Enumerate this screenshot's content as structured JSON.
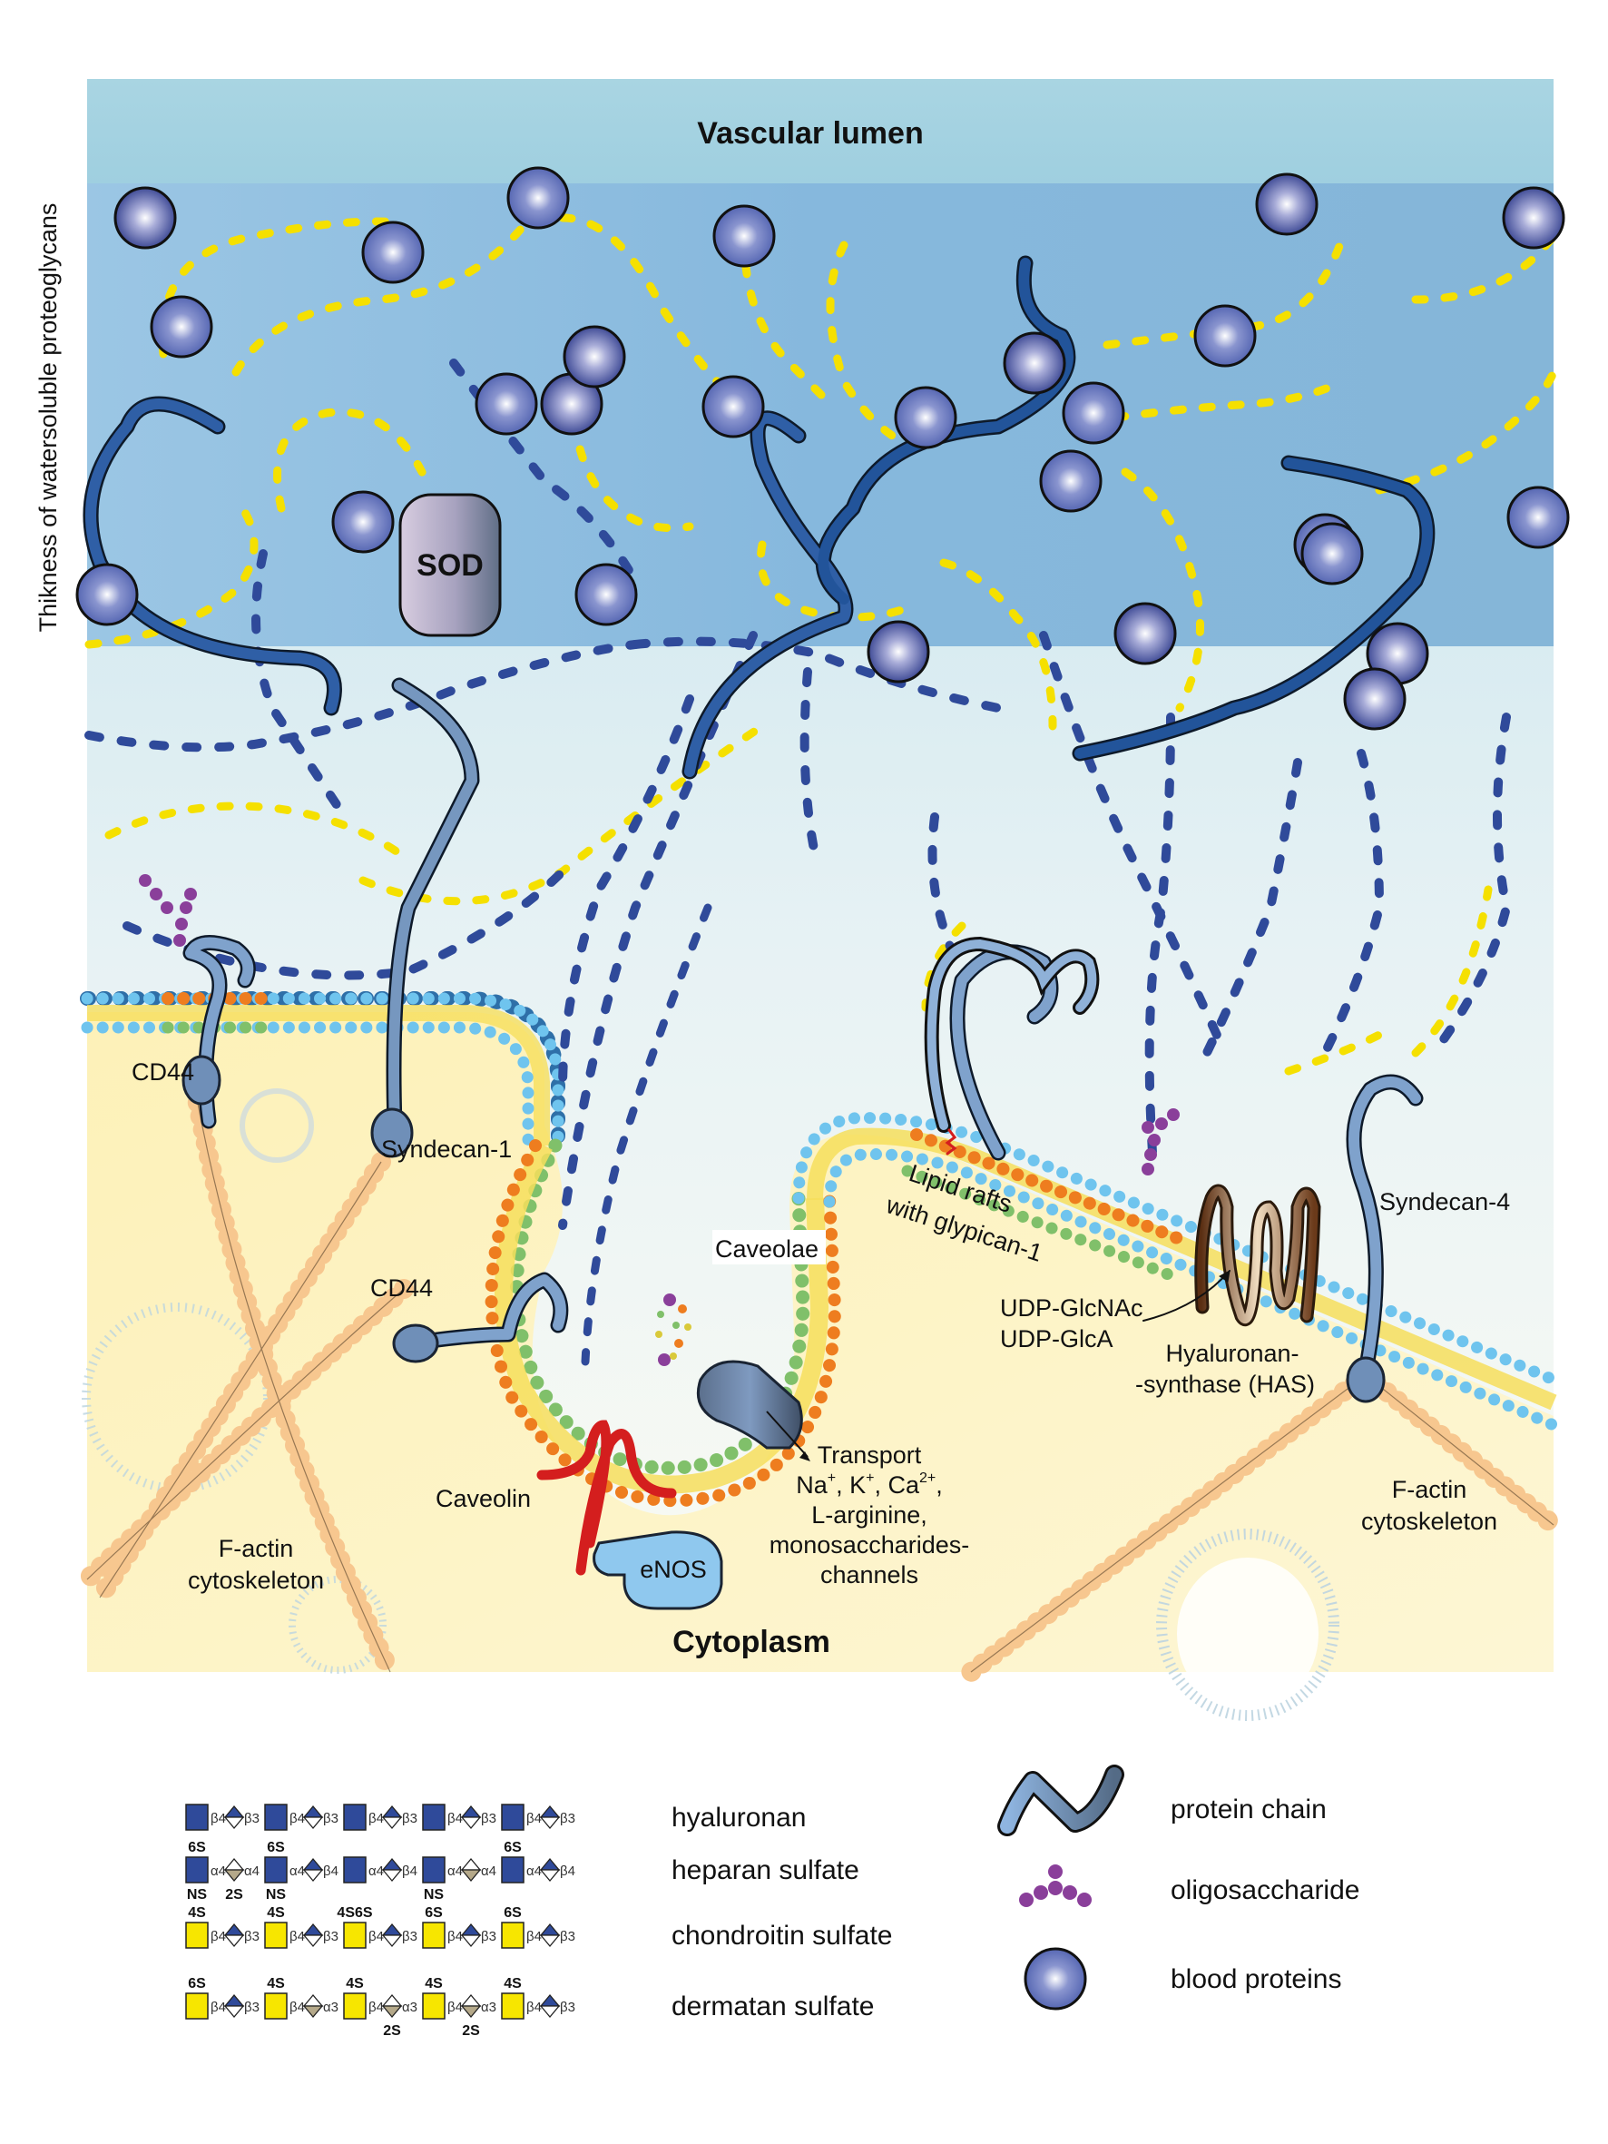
{
  "figure": {
    "side_label": "Thikness of watersoluble proteoglycans",
    "regions": {
      "lumen": "Vascular lumen",
      "cytoplasm": "Cytoplasm"
    },
    "molecules": {
      "sod": "SOD",
      "cd44_top": "CD44",
      "syndecan1": "Syndecan-1",
      "cd44_caveola": "CD44",
      "caveolae": "Caveolae",
      "caveolin": "Caveolin",
      "enos": "eNOS",
      "lipid_rafts_line1": "Lipid rafts",
      "lipid_rafts_line2": "with glypican-1",
      "udp_glcnac": "UDP-GlcNAc",
      "udp_glca": "UDP-GlcA",
      "has_line1": "Hyaluronan-",
      "has_line2": "-synthase (HAS)",
      "syndecan4": "Syndecan-4",
      "factin_left_line1": "F-actin",
      "factin_left_line2": "cytoskeleton",
      "factin_right_line1": "F-actin",
      "factin_right_line2": "cytoskeleton"
    },
    "transport": {
      "line1": "Transport",
      "na": "Na",
      "k": "K",
      "ca": "Ca",
      "plus": "+",
      "two_plus": "2+",
      "comma": ",",
      "line3": "L-arginine,",
      "line4": "monosaccharides-",
      "line5": "channels"
    },
    "colors": {
      "lumen_top": "#a8d6e2",
      "lumen_band": "#86b9dc",
      "glycocalyx_fade": "#e6f2f5",
      "cytoplasm": "#fdf3c4",
      "protein_chain": "#4a7fb8",
      "blood_protein": "#3f4f9e",
      "glcnac_blue": "#2f4a9a",
      "galnac_yellow": "#f7e600",
      "oligosaccharide": "#8a3f9a",
      "caveolin": "#d41e1e",
      "enos": "#8fc8ee",
      "actin": "#f7c78f",
      "membrane_head_blue": "#6fc4ee",
      "membrane_head_orange": "#ee7d1f",
      "membrane_head_green": "#80c06a"
    }
  },
  "legend": {
    "glycans": [
      {
        "label": "hyaluronan",
        "units": [
          {
            "sq": "blue",
            "top": "",
            "bottom": "",
            "l1": "β4",
            "dia": "blue",
            "dbot": "",
            "l2": "β3"
          },
          {
            "sq": "blue",
            "top": "",
            "bottom": "",
            "l1": "β4",
            "dia": "blue",
            "dbot": "",
            "l2": "β3"
          },
          {
            "sq": "blue",
            "top": "",
            "bottom": "",
            "l1": "β4",
            "dia": "blue",
            "dbot": "",
            "l2": "β3"
          },
          {
            "sq": "blue",
            "top": "",
            "bottom": "",
            "l1": "β4",
            "dia": "blue",
            "dbot": "",
            "l2": "β3"
          },
          {
            "sq": "blue",
            "top": "",
            "bottom": "",
            "l1": "β4",
            "dia": "blue",
            "dbot": "",
            "l2": "β3"
          }
        ]
      },
      {
        "label": "heparan sulfate",
        "units": [
          {
            "sq": "blue",
            "top": "6S",
            "bottom": "NS",
            "l1": "α4",
            "dia": "tan",
            "dbot": "2S",
            "l2": "α4"
          },
          {
            "sq": "blue",
            "top": "6S",
            "bottom": "NS",
            "l1": "α4",
            "dia": "blue",
            "dbot": "",
            "l2": "β4"
          },
          {
            "sq": "blue",
            "top": "",
            "bottom": "",
            "l1": "α4",
            "dia": "blue",
            "dbot": "",
            "l2": "β4"
          },
          {
            "sq": "blue",
            "top": "",
            "bottom": "NS",
            "l1": "α4",
            "dia": "tan",
            "dbot": "",
            "l2": "α4"
          },
          {
            "sq": "blue",
            "top": "6S",
            "bottom": "",
            "l1": "α4",
            "dia": "blue",
            "dbot": "",
            "l2": "β4"
          }
        ]
      },
      {
        "label": "chondroitin sulfate",
        "units": [
          {
            "sq": "yellow",
            "top": "4S",
            "bottom": "",
            "l1": "β4",
            "dia": "blue",
            "dbot": "",
            "l2": "β3"
          },
          {
            "sq": "yellow",
            "top": "4S",
            "bottom": "",
            "l1": "β4",
            "dia": "blue",
            "dbot": "",
            "l2": "β3"
          },
          {
            "sq": "yellow",
            "top": "4S6S",
            "bottom": "",
            "l1": "β4",
            "dia": "blue",
            "dbot": "",
            "l2": "β3"
          },
          {
            "sq": "yellow",
            "top": "6S",
            "bottom": "",
            "l1": "β4",
            "dia": "blue",
            "dbot": "",
            "l2": "β3"
          },
          {
            "sq": "yellow",
            "top": "6S",
            "bottom": "",
            "l1": "β4",
            "dia": "blue",
            "dbot": "",
            "l2": "β3"
          }
        ]
      },
      {
        "label": "dermatan sulfate",
        "units": [
          {
            "sq": "yellow",
            "top": "6S",
            "bottom": "",
            "l1": "β4",
            "dia": "blue",
            "dbot": "",
            "l2": "β3"
          },
          {
            "sq": "yellow",
            "top": "4S",
            "bottom": "",
            "l1": "β4",
            "dia": "tan",
            "dbot": "",
            "l2": "α3"
          },
          {
            "sq": "yellow",
            "top": "4S",
            "bottom": "",
            "l1": "β4",
            "dia": "tan",
            "dbot": "2S",
            "l2": "α3"
          },
          {
            "sq": "yellow",
            "top": "4S",
            "bottom": "",
            "l1": "β4",
            "dia": "tan",
            "dbot": "2S",
            "l2": "α3"
          },
          {
            "sq": "yellow",
            "top": "4S",
            "bottom": "",
            "l1": "β4",
            "dia": "blue",
            "dbot": "",
            "l2": "β3"
          }
        ]
      }
    ],
    "symbols": [
      {
        "icon": "protein-chain-icon",
        "label": "protein chain"
      },
      {
        "icon": "oligosaccharide-icon",
        "label": "oligosaccharide"
      },
      {
        "icon": "blood-protein-icon",
        "label": "blood proteins"
      }
    ]
  }
}
